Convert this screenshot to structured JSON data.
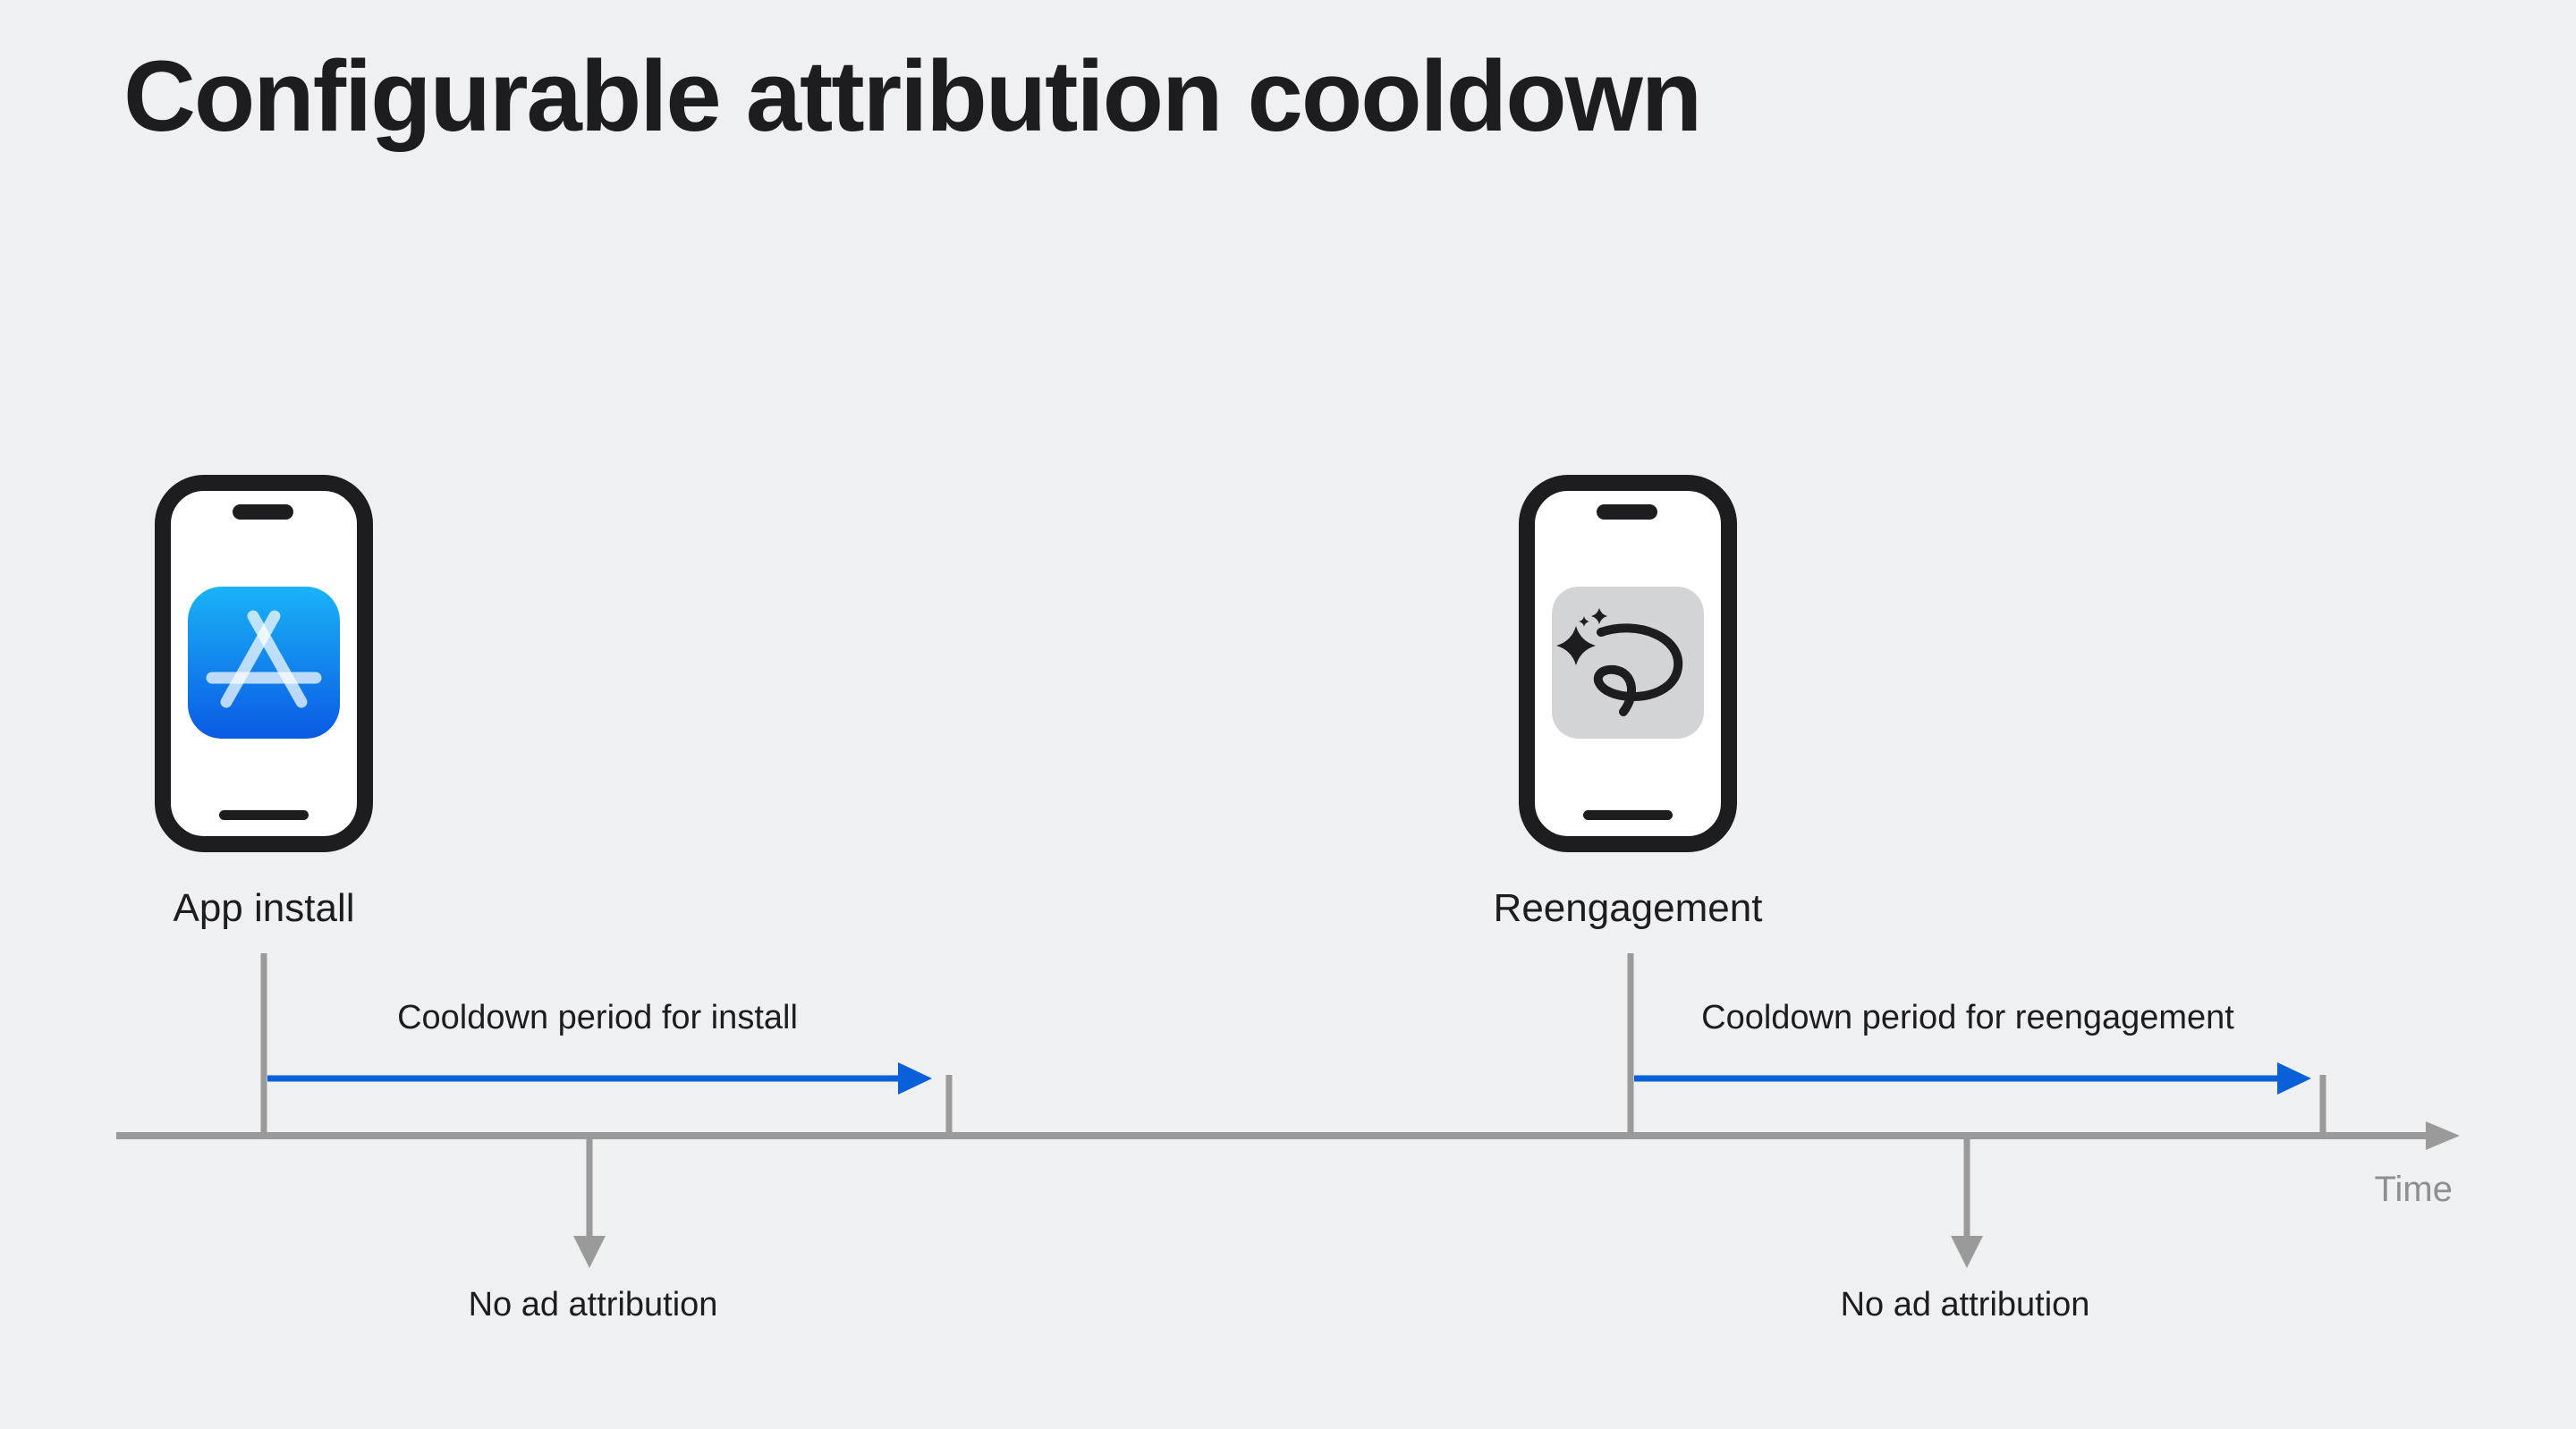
{
  "title": "Configurable attribution cooldown",
  "colors": {
    "background": "#eff0f2",
    "timeline": "#9a9a9a",
    "cooldown_arrow": "#0a60d8",
    "text": "#1d1d1f",
    "time_label": "#8e8e93",
    "phone_frame": "#1d1d1f"
  },
  "events": [
    {
      "label": "App install",
      "icon": "app-store-icon"
    },
    {
      "label": "Reengagement",
      "icon": "sparkle-lasso-icon"
    }
  ],
  "cooldowns": [
    {
      "label": "Cooldown period for install"
    },
    {
      "label": "Cooldown period for reengagement"
    }
  ],
  "attribution_outcomes": [
    {
      "label": "No ad attribution"
    },
    {
      "label": "No ad attribution"
    }
  ],
  "axis": {
    "label": "Time"
  }
}
